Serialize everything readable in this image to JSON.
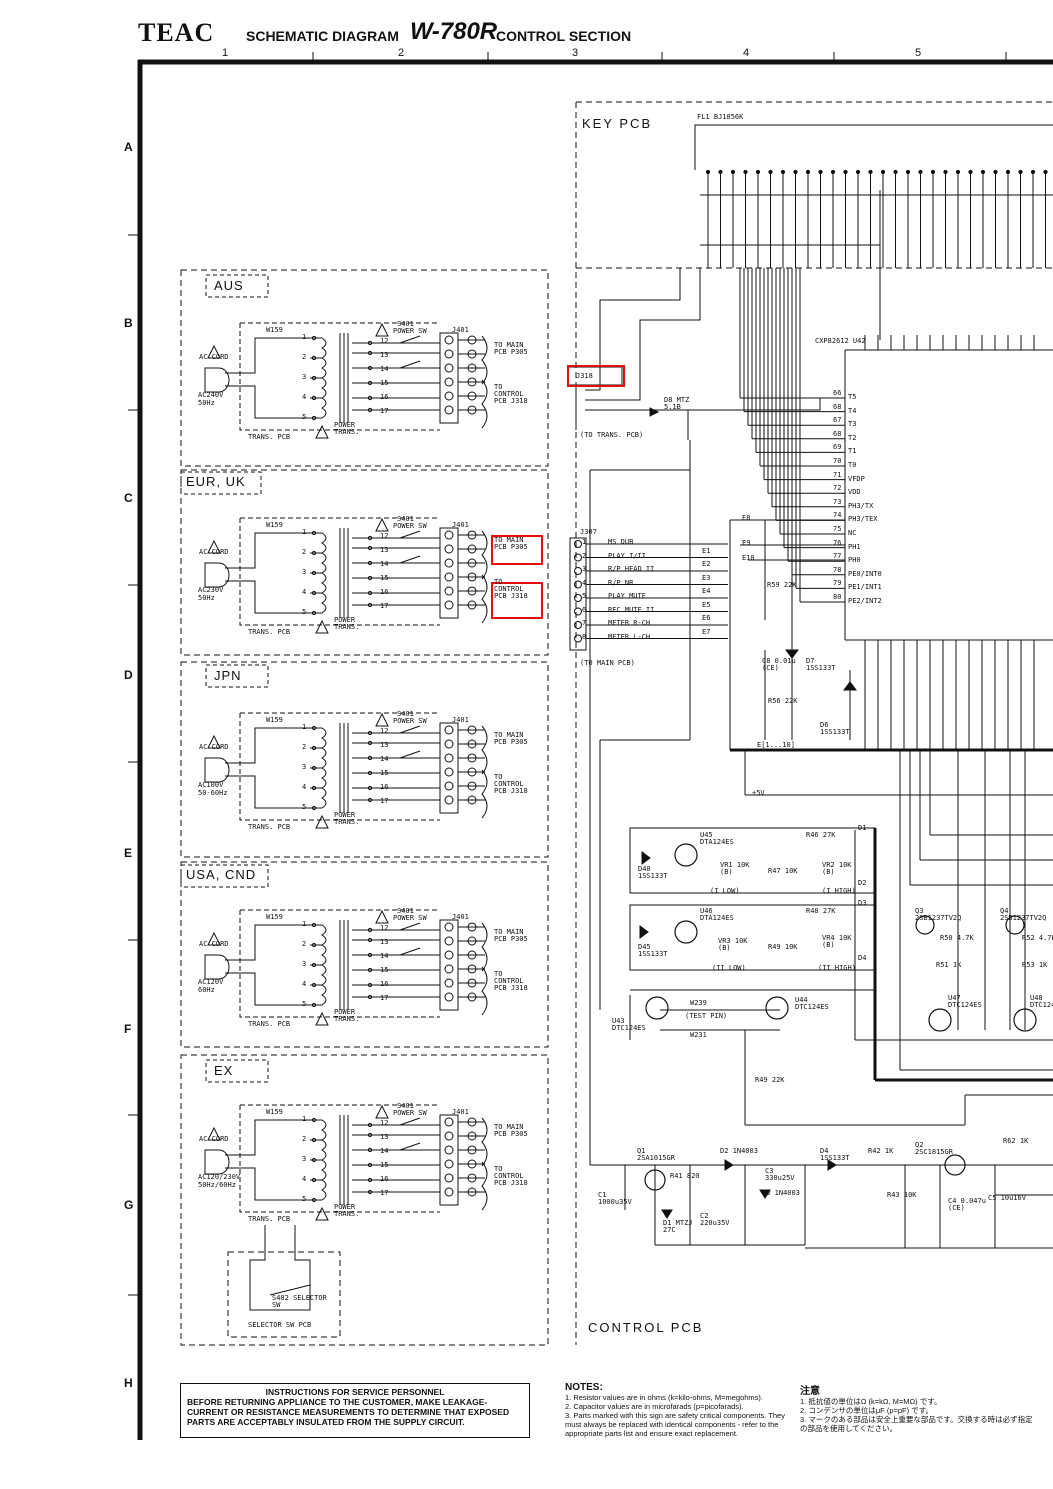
{
  "header": {
    "brand": "TEAC",
    "doc_type": "SCHEMATIC DIAGRAM",
    "model": "W-780R",
    "section": "CONTROL SECTION"
  },
  "grid": {
    "columns": [
      "1",
      "2",
      "3",
      "4",
      "5"
    ],
    "rows": [
      "A",
      "B",
      "C",
      "D",
      "E",
      "F",
      "G",
      "H"
    ]
  },
  "pcbs": {
    "key_pcb": "KEY PCB",
    "control_pcb": "CONTROL PCB",
    "trans_pcb": "TRANS. PCB",
    "selector_pcb": "SELECTOR SW PCB"
  },
  "power_variants": [
    {
      "region": "AUS",
      "cord": "AC CORD",
      "voltage": "AC240V",
      "freq": "50Hz"
    },
    {
      "region": "EUR, UK",
      "cord": "AC CORD",
      "voltage": "AC230V",
      "freq": "50Hz"
    },
    {
      "region": "JPN",
      "cord": "AC CORD",
      "voltage": "AC100V",
      "freq": "50-60Hz"
    },
    {
      "region": "USA, CND",
      "cord": "AC CORD",
      "voltage": "AC120V",
      "freq": "60Hz"
    },
    {
      "region": "EX",
      "cord": "AC CORD",
      "voltage": "AC120/230V",
      "freq": "50Hz/60Hz"
    }
  ],
  "transformer_labels": {
    "switch": "S401",
    "switch_name": "POWER SW",
    "jack": "J401",
    "fuse": "W159",
    "trans_name": "POWER TRANS.",
    "to_main": "TO MAIN PCB P305",
    "to_control": "TO CONTROL PCB J318",
    "selector": "S402 SELECTOR SW"
  },
  "connectors": {
    "j318": "J318",
    "j318_sub": "(TO TRANS. PCB)",
    "j307": "J307",
    "p307_sub": "(TO MAIN PCB)",
    "d8": "D8 MTZ 5.1B"
  },
  "j307_pins": [
    {
      "pin": "1",
      "name": "MS DUB"
    },
    {
      "pin": "2",
      "name": "PLAY I/II",
      "net": "E1"
    },
    {
      "pin": "3",
      "name": "R/P HEAD II",
      "net": "E2"
    },
    {
      "pin": "4",
      "name": "R/P NR",
      "net": "E3"
    },
    {
      "pin": "5",
      "name": "PLAY MUTE",
      "net": "E4"
    },
    {
      "pin": "6",
      "name": "REC MUTE II",
      "net": "E5"
    },
    {
      "pin": "7",
      "name": "METER R-CH",
      "net": "E6"
    },
    {
      "pin": "8",
      "name": "METER L-CH",
      "net": "E7"
    }
  ],
  "ic": {
    "fl": "FL1 BJ1856K",
    "mcu": "CXP82612 U42",
    "pins": [
      {
        "num": "66",
        "name": "T5"
      },
      {
        "num": "68",
        "name": "T4"
      },
      {
        "num": "67",
        "name": "T3"
      },
      {
        "num": "68",
        "name": "T2"
      },
      {
        "num": "69",
        "name": "T1"
      },
      {
        "num": "70",
        "name": "T0"
      },
      {
        "num": "71",
        "name": "VFDP"
      },
      {
        "num": "72",
        "name": "VDD"
      },
      {
        "num": "73",
        "name": "PH3/TX"
      },
      {
        "num": "74",
        "name": "PH3/TEX"
      },
      {
        "num": "75",
        "name": "NC"
      },
      {
        "num": "76",
        "name": "PH1"
      },
      {
        "num": "77",
        "name": "PH0"
      },
      {
        "num": "78",
        "name": "PE0/INT0"
      },
      {
        "num": "79",
        "name": "PE1/INT1"
      },
      {
        "num": "80",
        "name": "PE2/INT2"
      }
    ]
  },
  "parts": [
    "R59 22K",
    "C8 0.01u (CE)",
    "D7 1SS133T",
    "R56 22K",
    "D6 1SS133T",
    "U45 DTA124ES",
    "R46 27K",
    "D40 1SS133T",
    "VR1 10K (B)",
    "R47 10K",
    "VR2 10K (B)",
    "U46 DTA124ES",
    "R48 27K",
    "D45 1SS133T",
    "VR3 10K (B)",
    "R49 10K",
    "VR4 10K (B)",
    "U43 DTC124ES",
    "U44 DTC124ES",
    "R49 22K",
    "Q1 2SA1015GR",
    "R41 820",
    "D1 MTZJ 27C",
    "C1 1000u35V",
    "C2 220u35V",
    "D2 1N4003",
    "D3 1N4003",
    "C3 330u25V",
    "D4 1SS133T",
    "R42 1K",
    "Q2 2SC1815GR",
    "R43 10K",
    "C4 0.047u (CE)",
    "R62 1K",
    "C5 10u16V",
    "Q3 2SB1237TV2Q",
    "R50 4.7K",
    "R51 1K",
    "U47 DTC124ES",
    "Q4 2SB1237TV2Q",
    "R52 4.7K",
    "R53 1K",
    "U48 DTC124ES"
  ],
  "net_labels": {
    "e_bus": "E[1...10]",
    "vcc": "+5V",
    "d1": "D1",
    "d2": "D2",
    "d3": "D3",
    "d4": "D4",
    "i_low": "(I LOW)",
    "i_high": "(I HIGH)",
    "ii_low": "(II LOW)",
    "ii_high": "(II HIGH)",
    "test_pin": "(TEST PIN)",
    "w239": "W239",
    "w231": "W231",
    "e9": "E9",
    "e10": "E10",
    "e8": "E8"
  },
  "instructions": {
    "title": "INSTRUCTIONS FOR SERVICE PERSONNEL",
    "text": "BEFORE RETURNING APPLIANCE TO THE CUSTOMER, MAKE LEAKAGE-CURRENT OR RESISTANCE MEASUREMENTS TO DETERMINE THAT EXPOSED PARTS ARE ACCEPTABLY INSULATED FROM THE SUPPLY CIRCUIT."
  },
  "notes": {
    "title": "NOTES:",
    "items": [
      "1. Resistor values are in ohms (k=kilo-ohms, M=megohms).",
      "2. Capacitor values are in microfarads (p=picofarads).",
      "3. Parts marked with this sign are safety critical components. They must always be replaced with identical components - refer to the appropriate parts list and ensure exact replacement."
    ]
  },
  "notes_jp": {
    "title": "注意",
    "items": [
      "1. 抵抗値の単位はΩ (k=kΩ, M=MΩ) です。",
      "2. コンデンサの単位はμF (p=pF) です。",
      "3. マークのある部品は安全上重要な部品です。交換する時は必ず指定の部品を使用してください。"
    ]
  },
  "highlight_color": "#e01010"
}
